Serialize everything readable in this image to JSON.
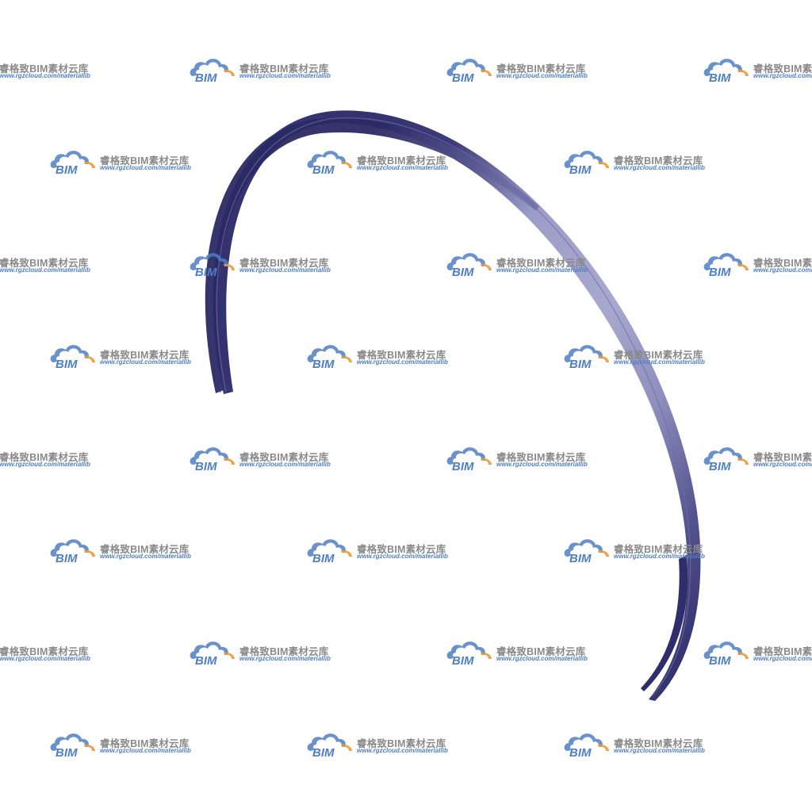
{
  "watermark": {
    "brand": "BIM",
    "name": "睿格致BIM素材云库",
    "url": "www.rgzcloud.com/materiallib",
    "colors": {
      "cloud": "#4f7fc4",
      "arc": "#e89b3c",
      "text": "#8a8a8a"
    }
  },
  "subject": {
    "colors": {
      "dark": "#2c2b66",
      "light": "#a7a8cf"
    }
  }
}
